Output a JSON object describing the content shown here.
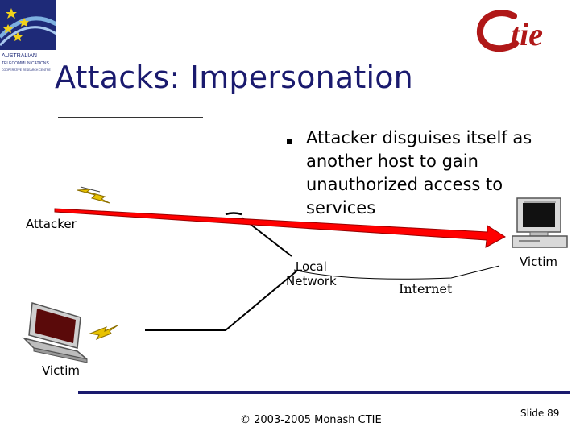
{
  "slide": {
    "title": "Attacks: Impersonation",
    "bullet": "Attacker disguises itself as another host to gain unauthorized access to services",
    "copyright": "© 2003-2005 Monash CTIE",
    "slide_number": "Slide 89"
  },
  "diagram": {
    "attacker_label": "Attacker",
    "victim_right_label": "Victim",
    "victim_left_label": "Victim",
    "local_network_label": [
      "Local",
      "Network"
    ],
    "internet_label": "Internet"
  },
  "logos": {
    "ctie_text": "C tie",
    "atrc_lines": [
      "AUSTRALIAN",
      "TELECOMMUNICATIONS",
      "COOPERATIVE RESEARCH CENTRE"
    ]
  },
  "colors": {
    "title": "#1a1a6e",
    "arrow": "#ff0000",
    "footer_rule": "#1a1a6e",
    "ctie_red": "#b01818"
  }
}
